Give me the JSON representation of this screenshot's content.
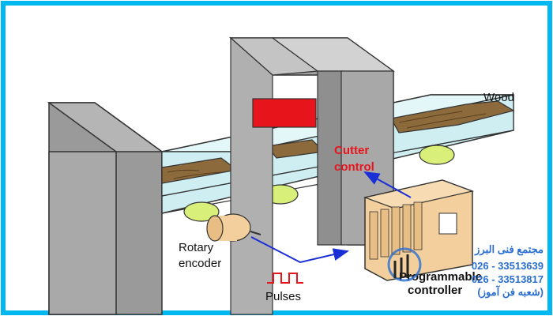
{
  "labels": {
    "wood": "Wood",
    "cutter_line1": "Cutter",
    "cutter_line2": "control",
    "encoder_line1": "Rotary",
    "encoder_line2": "encoder",
    "pulses": "Pulses",
    "plc_line1": "Programmable",
    "plc_line2": "controller"
  },
  "watermark": {
    "line1": "مجتمع فنی البرز",
    "phone1": "026 - 33513639",
    "phone2": "026 - 33513817",
    "line4": "(شعبه فن آموز)"
  },
  "colors": {
    "frame_border": "#00b7ef",
    "conveyor": "#cfeef2",
    "cutter_frame": "#bdbdbd",
    "cutter_bar": "#e8141c",
    "wood": "#8c6a3c",
    "roller": "#d8f07a",
    "plc_body": "#f2cf9c",
    "arrow": "#1a2fd6",
    "watermark": "#2a6fd0"
  }
}
